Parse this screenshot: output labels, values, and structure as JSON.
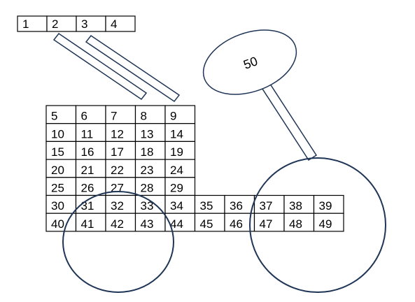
{
  "colors": {
    "shape_stroke": "#1f3556",
    "cell_stroke": "#000000",
    "background": "#ffffff"
  },
  "top_row": [
    "1",
    "2",
    "3",
    "4"
  ],
  "grid_rows": [
    [
      "5",
      "6",
      "7",
      "8",
      "9"
    ],
    [
      "10",
      "11",
      "12",
      "13",
      "14"
    ],
    [
      "15",
      "16",
      "17",
      "18",
      "19"
    ],
    [
      "20",
      "21",
      "22",
      "23",
      "24"
    ],
    [
      "25",
      "26",
      "27",
      "28",
      "29"
    ],
    [
      "30",
      "31",
      "32",
      "33",
      "34",
      "35",
      "36",
      "37",
      "38",
      "39"
    ],
    [
      "40",
      "41",
      "42",
      "43",
      "44",
      "45",
      "46",
      "47",
      "48",
      "49"
    ]
  ],
  "ellipse_label": "50"
}
